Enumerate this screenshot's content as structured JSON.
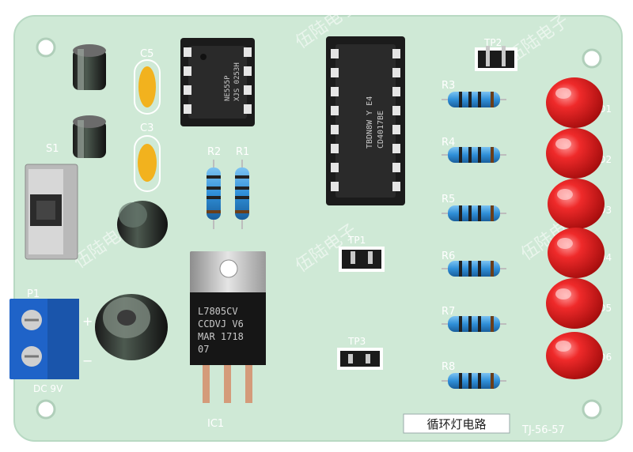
{
  "board": {
    "title": "循环灯电路",
    "model": "TJ-56-57",
    "watermark": "伍陆电子",
    "power_label": "DC 9V",
    "plus_sign": "+",
    "minus_sign": "−"
  },
  "labels": {
    "c5": "C5",
    "c3": "C3",
    "s1": "S1",
    "p1": "P1",
    "r1": "R1",
    "r2": "R2",
    "r3": "R3",
    "r4": "R4",
    "r5": "R5",
    "r6": "R6",
    "r7": "R7",
    "r8": "R8",
    "tp1": "TP1",
    "tp2": "TP2",
    "tp3": "TP3",
    "ic1": "IC1",
    "led1": "LED1",
    "led2": "LED2",
    "led3": "LED3",
    "led4": "LED4",
    "led5": "LED5",
    "led6": "LED6"
  },
  "chips": {
    "ne555_line1": "NE555P",
    "ne555_line2": "XJS 0253H",
    "cd4017_line1": "TBDN8W Y E4",
    "cd4017_line2": "CD4017BE",
    "regulator_line1": "L7805CV",
    "regulator_line2": "CCDVJ V6",
    "regulator_line3": "MAR 1718",
    "regulator_line4": "07"
  },
  "colors": {
    "pcb": "#cfe9d6",
    "led_red": "#e61b1b",
    "terminal_blue": "#1f63c8",
    "resistor_blue": "#2f8fd8",
    "capacitor_yellow": "#f2b21e"
  }
}
